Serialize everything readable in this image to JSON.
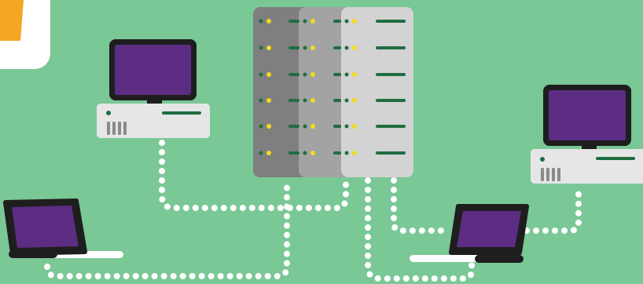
{
  "colors": {
    "background": "#7ac895",
    "screen": "#5c2d82",
    "device_dark": "#1e1e1e",
    "desktop_case": "#e6e6e6",
    "server_dark": "#7f7f7f",
    "server_mid": "#a3a3a3",
    "server_light": "#d3d3d3",
    "led_green": "#1f6e42",
    "led_yellow": "#f2dc1e",
    "badge_orange": "#f5a623",
    "connection_dots": "#ffffff"
  },
  "icons": {
    "badge": "orange-badge-icon",
    "server": "server-rack-icon",
    "desktop": "desktop-computer-icon",
    "laptop": "laptop-icon"
  },
  "network": {
    "server_count": 3,
    "desktop_count": 2,
    "laptop_count": 2
  }
}
